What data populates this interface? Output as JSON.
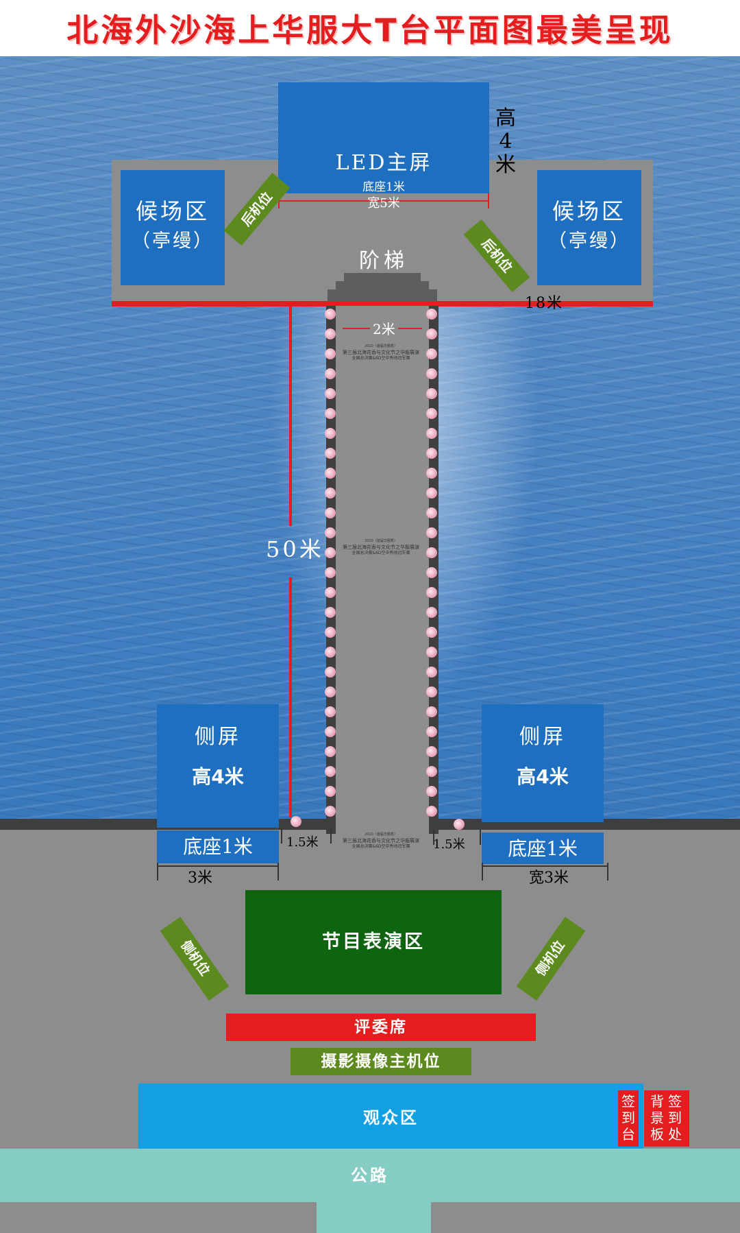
{
  "title": "北海外沙海上华服大T台平面图最美呈现",
  "led": {
    "label": "LED主屏",
    "base": "底座1米",
    "width": "宽5米",
    "height_chars": [
      "高",
      "4",
      "米"
    ]
  },
  "waiting_left": {
    "line1": "候场区",
    "line2": "（亭缦）"
  },
  "waiting_right": {
    "line1": "候场区",
    "line2": "（亭缦）"
  },
  "rear_camera": "后机位",
  "stairs": "阶梯",
  "stage_width": "18米",
  "runway": {
    "width": "2米",
    "length": "50米",
    "logo": {
      "small": "2020（首届华服秀）",
      "main": "第三届北海花香与文化节之华服展演",
      "sub": "全国总决赛&6D空中秀场冠军赛"
    }
  },
  "side_screen_left": {
    "label": "侧屏",
    "height": "高4米",
    "base": "底座1米",
    "width": "3米"
  },
  "side_screen_right": {
    "label": "侧屏",
    "height": "高4米",
    "base": "底座1米",
    "width": "宽3米"
  },
  "gaps": {
    "left": "1.5米",
    "right": "1.5米"
  },
  "side_camera": "侧机位",
  "performance_area": "节目表演区",
  "judges": "评委席",
  "camera_main": "摄影摄像主机位",
  "audience": "观众区",
  "checkin_desk": "签到台",
  "checkin_board": {
    "col1": "签到处",
    "col2": "背景板"
  },
  "road": "公路",
  "colors": {
    "title_red": "#e41e1e",
    "blue_panel": "#1f6fc1",
    "green_area": "#0f6410",
    "audience_blue": "#13a0e2",
    "road": "#86cdc6",
    "ground": "#8d8d8d"
  }
}
